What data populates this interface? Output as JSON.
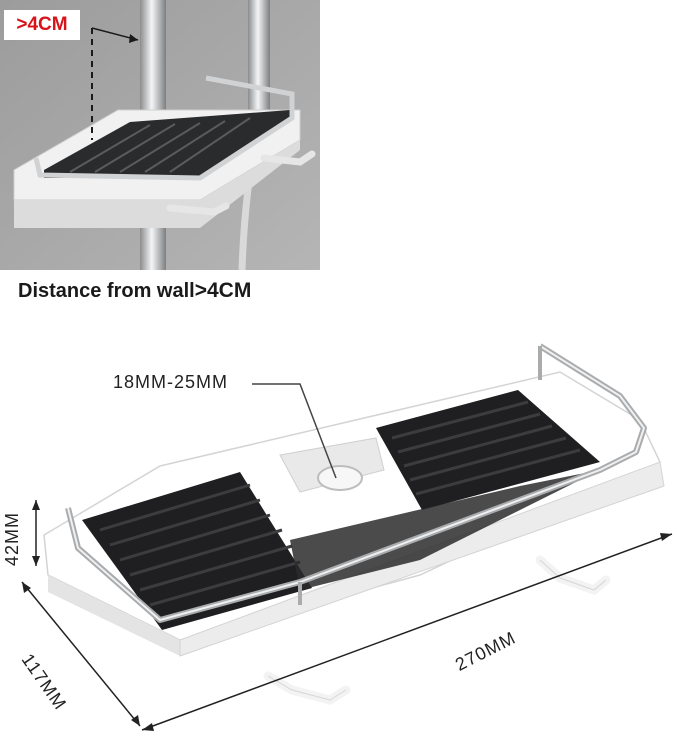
{
  "photo": {
    "badge_text": ">4CM",
    "caption_text": "Distance from wall",
    "caption_emphasis": ">4CM",
    "colors": {
      "wall": "#a9a9a9",
      "shelf": "#f2f2f2",
      "tray": "#2a2b2d",
      "chrome": "#c9cbcd",
      "badge_text": "#d8141b"
    }
  },
  "diagram": {
    "slot_label": "18MM-25MM",
    "height_label": "42MM",
    "depth_label": "117MM",
    "width_label": "270MM",
    "colors": {
      "shelf": "#ffffff",
      "tray": "#1f1f21",
      "rail": "#b8babc",
      "dimension_line": "#222222"
    }
  }
}
